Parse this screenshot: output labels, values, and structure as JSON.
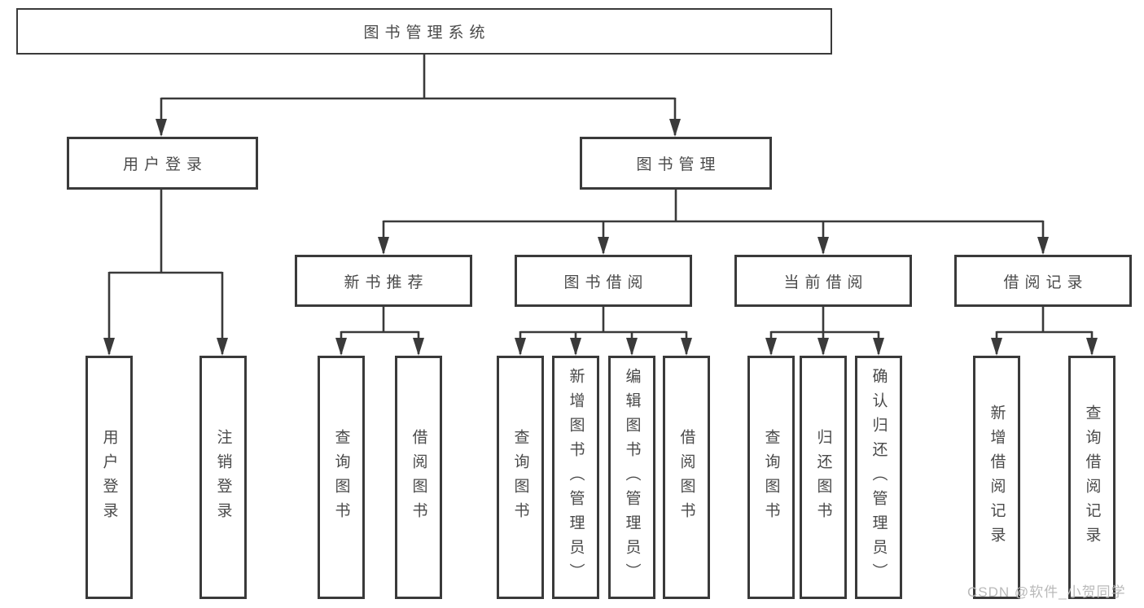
{
  "style": {
    "line_color": "#3a3a3a",
    "text_color": "#4a4a4a",
    "watermark_color": "#b9b9b9",
    "background": "#ffffff"
  },
  "tree": {
    "root": {
      "label": "图书管理系统",
      "children": [
        {
          "label": "用户登录",
          "children": [
            {
              "label": "用户登录"
            },
            {
              "label": "注销登录"
            }
          ]
        },
        {
          "label": "图书管理",
          "children": [
            {
              "label": "新书推荐",
              "children": [
                {
                  "label": "查询图书"
                },
                {
                  "label": "借阅图书"
                }
              ]
            },
            {
              "label": "图书借阅",
              "children": [
                {
                  "label": "查询图书"
                },
                {
                  "label": "新增图书（管理员）"
                },
                {
                  "label": "编辑图书（管理员）"
                },
                {
                  "label": "借阅图书"
                }
              ]
            },
            {
              "label": "当前借阅",
              "children": [
                {
                  "label": "查询图书"
                },
                {
                  "label": "归还图书"
                },
                {
                  "label": "确认归还（管理员）"
                }
              ]
            },
            {
              "label": "借阅记录",
              "children": [
                {
                  "label": "新增借阅记录"
                },
                {
                  "label": "查询借阅记录"
                }
              ]
            }
          ]
        }
      ]
    }
  },
  "watermark": {
    "text": "CSDN @软件_小贺同学"
  }
}
